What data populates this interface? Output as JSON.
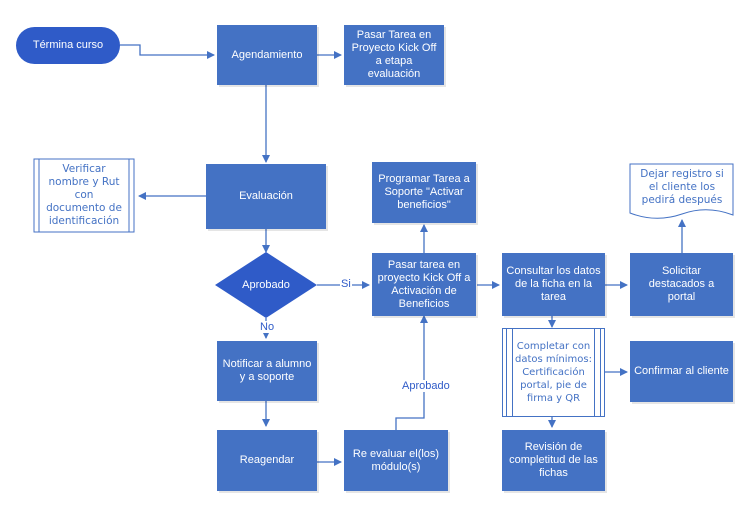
{
  "colors": {
    "box": "#4472C4",
    "terminal": "#2F5BC8",
    "line": "#4472C4",
    "label": "#2F5BC8"
  },
  "nodes": {
    "termina_curso": "Términa curso",
    "agendamiento": "Agendamiento",
    "pasar_tarea_evaluacion": "Pasar Tarea en Proyecto Kick Off a etapa evaluación",
    "verificar": "Verificar nombre y Rut con documento de identificación",
    "evaluacion": "Evaluación",
    "programar_tarea": "Programar Tarea a Soporte \"Activar beneficios\"",
    "dejar_registro": "Dejar registro si el cliente los pedirá después",
    "aprobado_decision": "Aprobado",
    "pasar_tarea_beneficios": "Pasar tarea en proyecto Kick Off a Activación de Beneficios",
    "consultar_datos": "Consultar los datos de la ficha en la tarea",
    "solicitar_destacados": "Solicitar destacados a portal",
    "completar_datos": "Completar con datos mínimos: Certificación portal, pie de firma y QR",
    "confirmar_cliente": "Confirmar al cliente",
    "notificar": "Notificar a alumno y a soporte",
    "reagendar": "Reagendar",
    "reevaluar": "Re evaluar el(los) módulo(s)",
    "revision": "Revisión de completitud de las fichas"
  },
  "edge_labels": {
    "si": "Si",
    "no": "No",
    "aprobado": "Aprobado"
  }
}
